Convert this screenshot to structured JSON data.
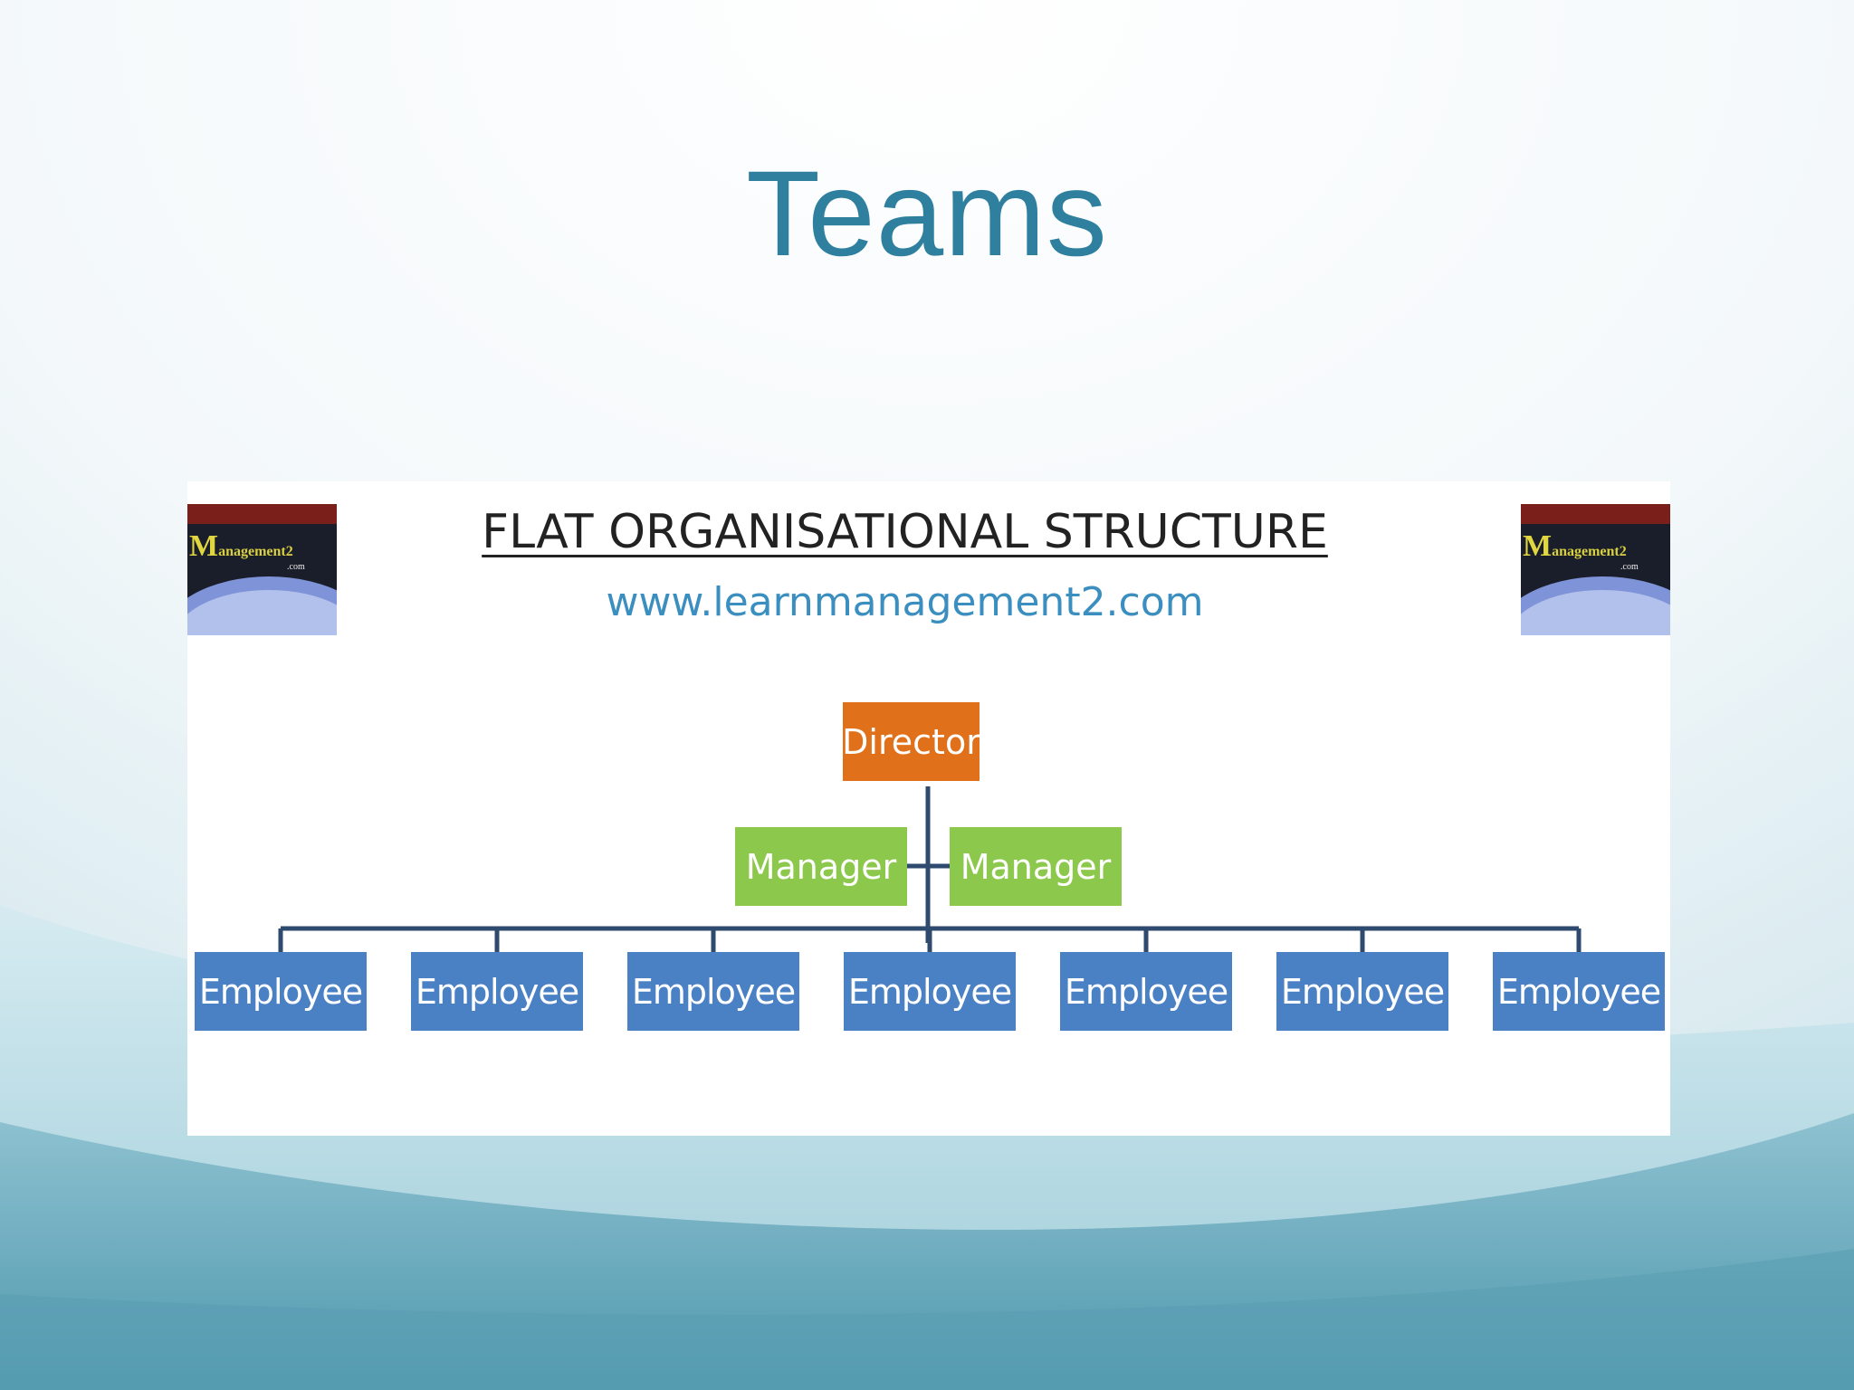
{
  "slide": {
    "title": "Teams",
    "colors": {
      "title": "#2f7f9f",
      "wave_dark": "#5aa3b8",
      "wave_light": "#cfe6ee"
    }
  },
  "diagram": {
    "title": "FLAT ORGANISATIONAL STRUCTURE",
    "url": "www.learnmanagement2.com",
    "logo": {
      "initial": "M",
      "text": "anagement2",
      "sub": ".com"
    },
    "hierarchy": {
      "director": "Director",
      "managers": [
        "Manager",
        "Manager"
      ],
      "employees": [
        "Employee",
        "Employee",
        "Employee",
        "Employee",
        "Employee",
        "Employee",
        "Employee"
      ]
    },
    "colors": {
      "director": "#e0701a",
      "manager": "#8cc84b",
      "employee": "#4a80c4",
      "connector": "#2e4a6e"
    }
  }
}
